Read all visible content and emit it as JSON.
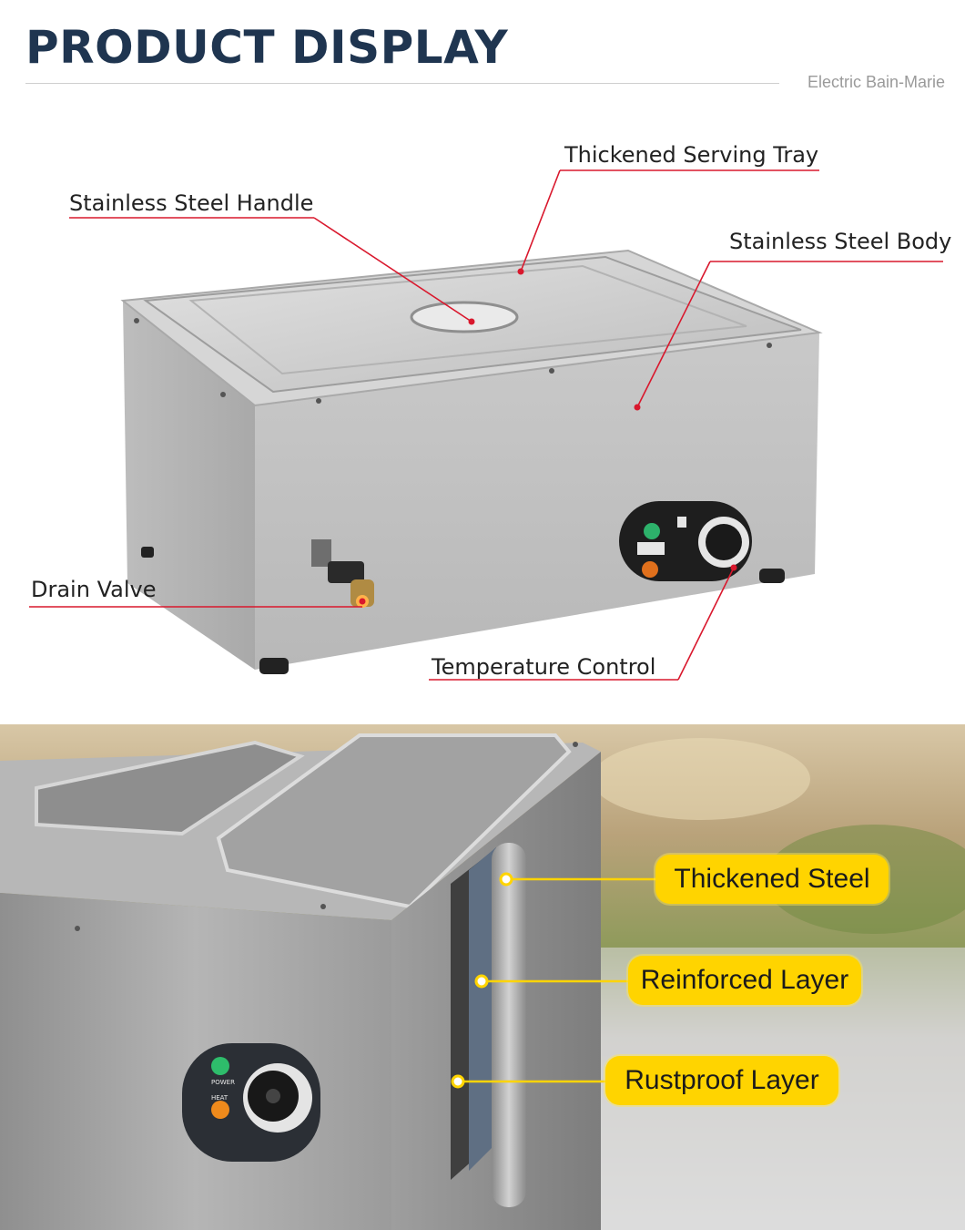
{
  "header": {
    "title": "PRODUCT DISPLAY",
    "subtitle": "Electric Bain-Marie"
  },
  "callouts": {
    "serving_tray": "Thickened Serving Tray",
    "handle": "Stainless Steel Handle",
    "body": "Stainless Steel Body",
    "drain_valve": "Drain Valve",
    "temperature_control": "Temperature Control"
  },
  "control_panel": {
    "power_label": "POWER",
    "heat_label": "HEAT"
  },
  "layers": {
    "steel": "Thickened Steel",
    "reinforced": "Reinforced Layer",
    "rustproof": "Rustproof Layer"
  },
  "colors": {
    "title": "#1f3550",
    "callout_line": "#d9182d",
    "layer_badge": "#ffd400"
  }
}
